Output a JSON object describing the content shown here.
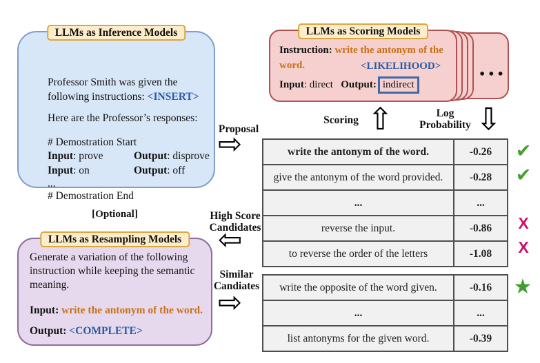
{
  "colors": {
    "inference_fill": "#d8e7f8",
    "scoring_fill": "#f5d0ce",
    "resampling_fill": "#e7d9ed",
    "badge_fill": "#fdedcb",
    "badge_border": "#dca63e",
    "orange_text": "#c87119",
    "blue_token": "#2a5ba6",
    "green_score": "#1d8c1d",
    "red_score": "#a31313",
    "check_green": "#45a02c",
    "cross_magenta": "#cd1368",
    "star_green": "#3f9e2e"
  },
  "inference": {
    "title": "LLMs as Inference Models",
    "p1_line1": "Professor Smith was given the",
    "p1_line2": "following instructions: ",
    "insert_token": "<INSERT>",
    "p2": "Here are the Professor’s responses:",
    "demo_start": "# Demostration Start",
    "io1": {
      "label1": "Input",
      "value1": ": prove",
      "label2": "Output",
      "value2": ": disprove"
    },
    "io2": {
      "label1": "Input",
      "value1": ": on",
      "label2": "Output",
      "value2": ": off"
    },
    "ellipsis": "...",
    "demo_end": "# Demostration End"
  },
  "scoring": {
    "title": "LLMs as Scoring Models",
    "instruction_label": "Instruction",
    "instruction_sep": ": ",
    "instruction_line1": "write the antonym of the",
    "instruction_line2": "word.",
    "likelihood_token": "<LIKELIHOOD>",
    "input_label": "Input",
    "input_value": ": direct",
    "output_label": "Output",
    "output_sep": ":",
    "output_boxed_value": "indirect",
    "stack_dots": "•••"
  },
  "flow": {
    "proposal": "Proposal",
    "scoring": "Scoring",
    "log_prob_line1": "Log",
    "log_prob_line2": "Probability",
    "high_score_line1": "High Score",
    "high_score_line2": "Candidates",
    "similar_line1": "Similar",
    "similar_line2": "Candiates",
    "arrow_right": "⇨",
    "arrow_left": "⇦",
    "arrow_up": "⇧",
    "arrow_down": "⇩"
  },
  "score_table": {
    "rows": [
      {
        "text": "write the antonym of the word.",
        "score": "-0.26"
      },
      {
        "text": "give the antonym of the word provided.",
        "score": "-0.28"
      },
      {
        "text": "...",
        "score": "..."
      },
      {
        "text": "reverse the input.",
        "score": "-0.86"
      },
      {
        "text": "to reverse the order of the letters",
        "score": "-1.08"
      }
    ]
  },
  "similar_table": {
    "rows": [
      {
        "text": "write the opposite of the word given.",
        "score": "-0.16"
      },
      {
        "text": "...",
        "score": "..."
      },
      {
        "text": "list antonyms for the given word.",
        "score": "-0.39"
      }
    ]
  },
  "marks": {
    "check": "✔",
    "cross": "X",
    "star": "★"
  },
  "resampling": {
    "optional_tag": "[Optional]",
    "title": "LLMs as Resampling Models",
    "body_line1": "Generate a variation of the following",
    "body_line2": "instruction while keeping the semantic",
    "body_line3": "meaning.",
    "input_label": "Input",
    "input_sep": ": ",
    "input_value": "write the antonym of the word.",
    "output_label": "Output",
    "output_sep": ": ",
    "output_token": "<COMPLETE>"
  }
}
